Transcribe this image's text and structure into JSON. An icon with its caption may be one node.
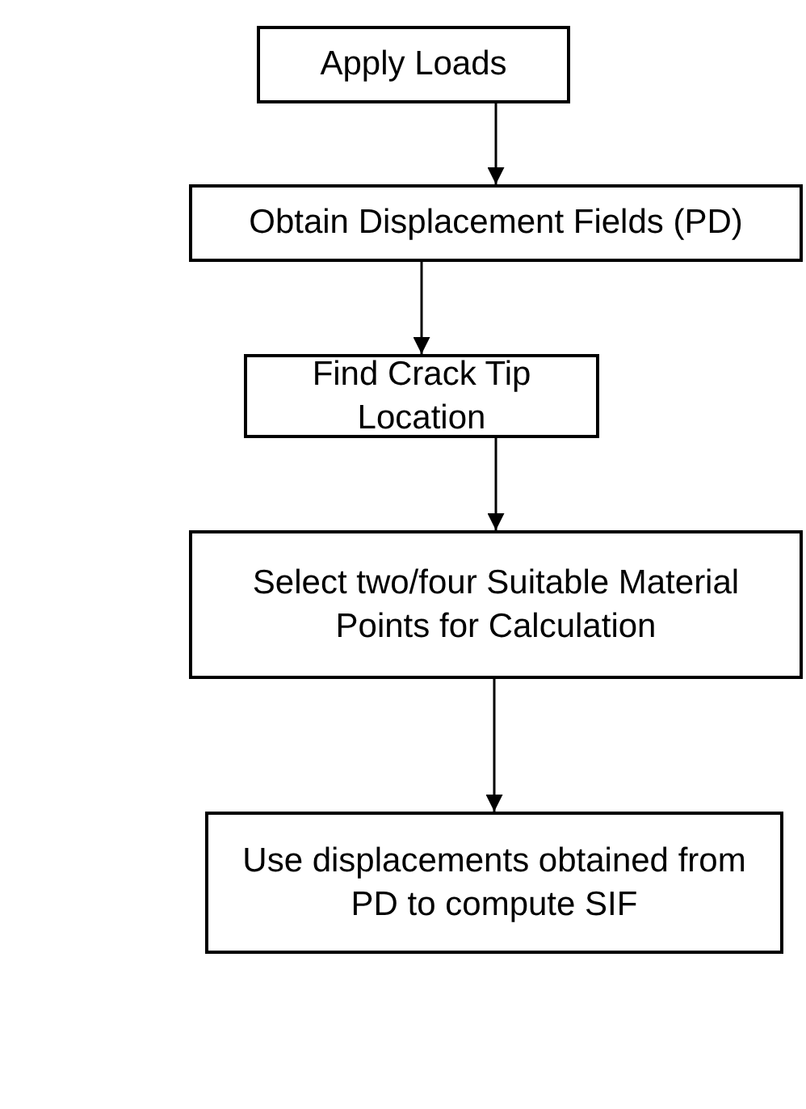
{
  "diagram": {
    "nodes": [
      {
        "text": [
          "Apply Loads"
        ]
      },
      {
        "text": [
          "Obtain Displacement Fields (PD)"
        ]
      },
      {
        "text": [
          "Find Crack Tip Location"
        ]
      },
      {
        "text": [
          "Select two/four Suitable Material Points for Calculation"
        ]
      },
      {
        "text": [
          "Use displacements obtained from PD to compute SIF"
        ]
      }
    ],
    "edges": [
      {
        "from": 0,
        "to": 1,
        "arrow": "to"
      },
      {
        "from": 1,
        "to": 2,
        "arrow": "to"
      },
      {
        "from": 2,
        "to": 3,
        "arrow": "to"
      },
      {
        "from": 3,
        "to": 4,
        "arrow": "to"
      }
    ]
  }
}
